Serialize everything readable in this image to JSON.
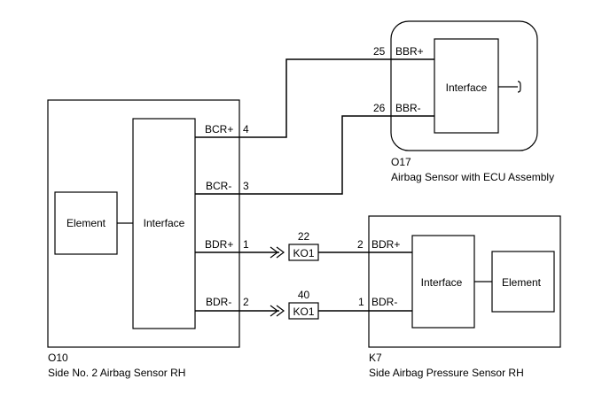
{
  "components": {
    "o10": {
      "code": "O10",
      "name": "Side No. 2 Airbag Sensor RH",
      "element_label": "Element",
      "interface_label": "Interface",
      "pins": [
        {
          "signal": "BCR+",
          "pin": "4"
        },
        {
          "signal": "BCR-",
          "pin": "3"
        },
        {
          "signal": "BDR+",
          "pin": "1"
        },
        {
          "signal": "BDR-",
          "pin": "2"
        }
      ]
    },
    "o17": {
      "code": "O17",
      "name": "Airbag Sensor with ECU Assembly",
      "interface_label": "Interface",
      "pins": [
        {
          "signal": "BBR+",
          "pin": "25"
        },
        {
          "signal": "BBR-",
          "pin": "26"
        }
      ]
    },
    "k7": {
      "code": "K7",
      "name": "Side Airbag Pressure Sensor RH",
      "element_label": "Element",
      "interface_label": "Interface",
      "pins": [
        {
          "signal": "BDR+",
          "pin": "2"
        },
        {
          "signal": "BDR-",
          "pin": "1"
        }
      ]
    }
  },
  "connectors": [
    {
      "label": "KO1",
      "pin": "22"
    },
    {
      "label": "KO1",
      "pin": "40"
    }
  ],
  "colors": {
    "line": "#000000",
    "background": "#ffffff"
  }
}
